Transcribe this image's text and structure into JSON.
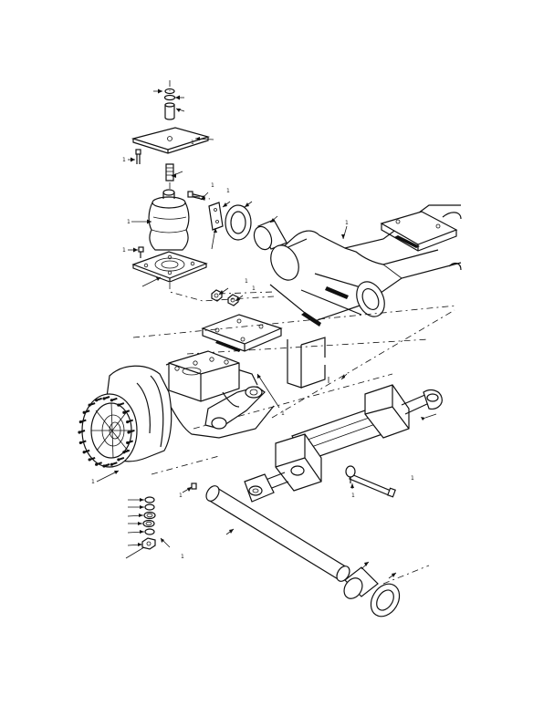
{
  "figure": {
    "labels": [
      "1",
      "1",
      "1",
      "1",
      "1",
      "1",
      "1",
      "1",
      "1",
      "1",
      "1",
      "1",
      "1",
      "1",
      "1"
    ]
  }
}
